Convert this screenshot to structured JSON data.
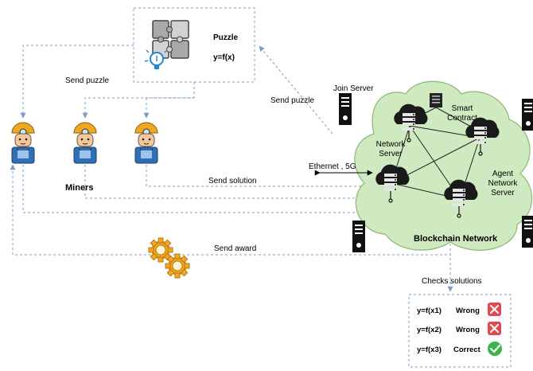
{
  "puzzle": {
    "title": "Puzzle",
    "formula": "y=f(x)"
  },
  "labels": {
    "send_puzzle_left": "Send puzzle",
    "send_puzzle_right": "Send puzzle",
    "send_solution": "Send solution",
    "send_award": "Send award",
    "miners": "Miners",
    "ethernet": "Ethernet , 5G",
    "join_server": "Join Server",
    "smart_contract": "Smart Contract",
    "network_server": "Network Server",
    "agent_network_server": "Agent Network Server",
    "blockchain_network": "Blockchain Network",
    "checks_solutions": "Checks solutions"
  },
  "results": [
    {
      "formula": "y=f(x1)",
      "status": "Wrong",
      "icon": "red-x-icon"
    },
    {
      "formula": "y=f(x2)",
      "status": "Wrong",
      "icon": "red-x-icon"
    },
    {
      "formula": "y=f(x3)",
      "status": "Correct",
      "icon": "green-check-icon"
    }
  ],
  "colors": {
    "flow_line": "#7a9cc6",
    "cloud_fill": "#cfe9c0",
    "cloud_stroke": "#8cb86f",
    "wrong": "#e0484e",
    "correct": "#3bb54a",
    "miner_shirt": "#2f6fb5",
    "gear": "#f0a820"
  }
}
